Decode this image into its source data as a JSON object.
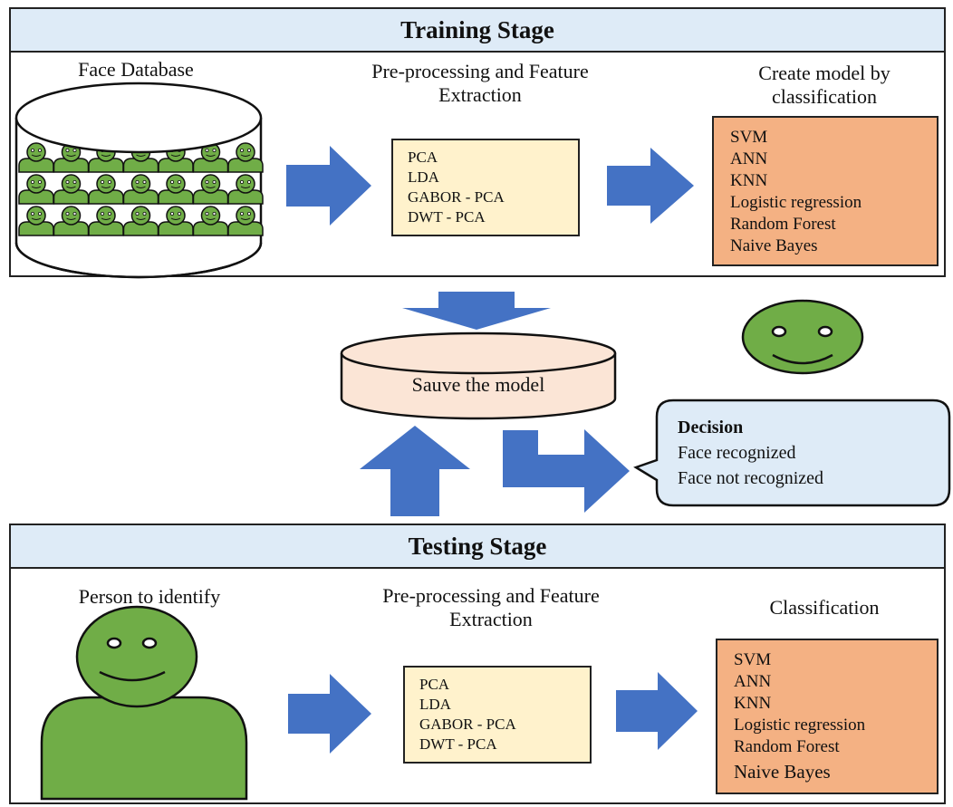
{
  "training": {
    "title": "Training Stage",
    "face_db_label": "Face Database",
    "preproc_label_1": "Pre-processing and Feature",
    "preproc_label_2": "Extraction",
    "methods": [
      "PCA",
      "LDA",
      "GABOR - PCA",
      "DWT - PCA"
    ],
    "create_label_1": "Create model by",
    "create_label_2": "classification",
    "classifiers": [
      "SVM",
      "ANN",
      "KNN",
      "Logistic regression",
      "Random Forest",
      "Naive Bayes"
    ]
  },
  "middle": {
    "save_label": "Sauve the model",
    "decision_title": "Decision",
    "decision_options": [
      "Face recognized",
      "Face not recognized"
    ]
  },
  "testing": {
    "title": "Testing Stage",
    "person_label": "Person to identify",
    "preproc_label_1": "Pre-processing and Feature",
    "preproc_label_2": "Extraction",
    "methods": [
      "PCA",
      "LDA",
      "GABOR - PCA",
      "DWT - PCA"
    ],
    "classification_label": "Classification",
    "classifiers": [
      "SVM",
      "ANN",
      "KNN",
      "Logistic regression",
      "Random Forest",
      "Naive Bayes"
    ]
  },
  "colors": {
    "header_fill": "#deebf7",
    "arrow_blue": "#4472c4",
    "face_green": "#70ad47",
    "method_fill": "#fff2cc",
    "classifier_fill": "#f4b183",
    "database_fill": "#fbe5d6",
    "decision_fill": "#deebf7"
  }
}
